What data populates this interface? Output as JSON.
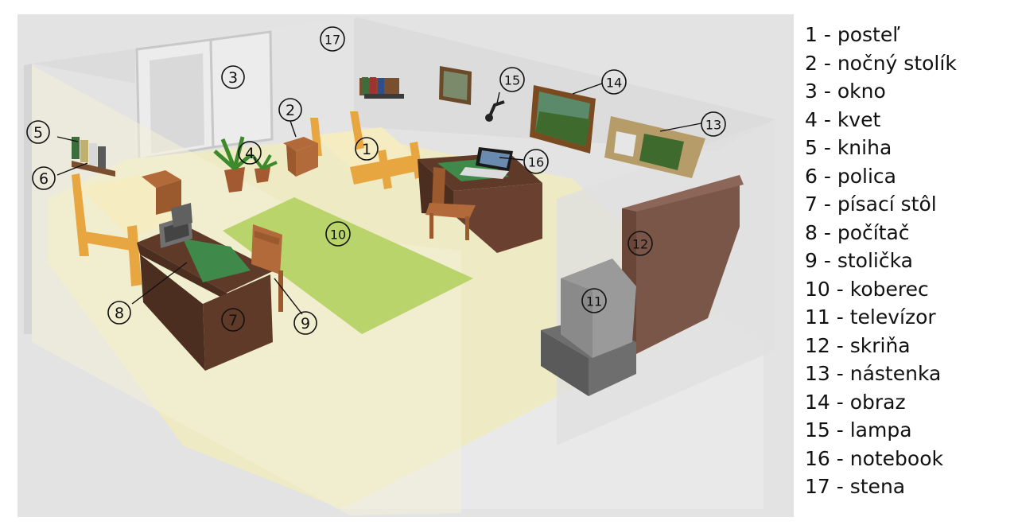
{
  "legend": [
    {
      "num": "1",
      "label": "posteľ"
    },
    {
      "num": "2",
      "label": "nočný stolík"
    },
    {
      "num": "3",
      "label": "okno"
    },
    {
      "num": "4",
      "label": "kvet"
    },
    {
      "num": "5",
      "label": "kniha"
    },
    {
      "num": "6",
      "label": "polica"
    },
    {
      "num": "7",
      "label": "písací stôl"
    },
    {
      "num": "8",
      "label": "počítač"
    },
    {
      "num": "9",
      "label": "stolička"
    },
    {
      "num": "10",
      "label": "koberec"
    },
    {
      "num": "11",
      "label": "televízor"
    },
    {
      "num": "12",
      "label": "skriňa"
    },
    {
      "num": "13",
      "label": "nástenka"
    },
    {
      "num": "14",
      "label": "obraz"
    },
    {
      "num": "15",
      "label": "lampa"
    },
    {
      "num": "16",
      "label": "notebook"
    },
    {
      "num": "17",
      "label": "stena"
    }
  ],
  "legend_separator": " - ",
  "callouts": [
    "1",
    "2",
    "3",
    "4",
    "5",
    "6",
    "7",
    "8",
    "9",
    "10",
    "11",
    "12",
    "13",
    "14",
    "15",
    "16",
    "17"
  ],
  "colors": {
    "wall": "#e6e6e6",
    "floor": "#eeeac4",
    "carpet": "#b8d46a",
    "wood_bed": "#e8a640",
    "dark_wood": "#5f3a28",
    "wardrobe": "#7a5648",
    "tv": "#8c8c8c"
  }
}
